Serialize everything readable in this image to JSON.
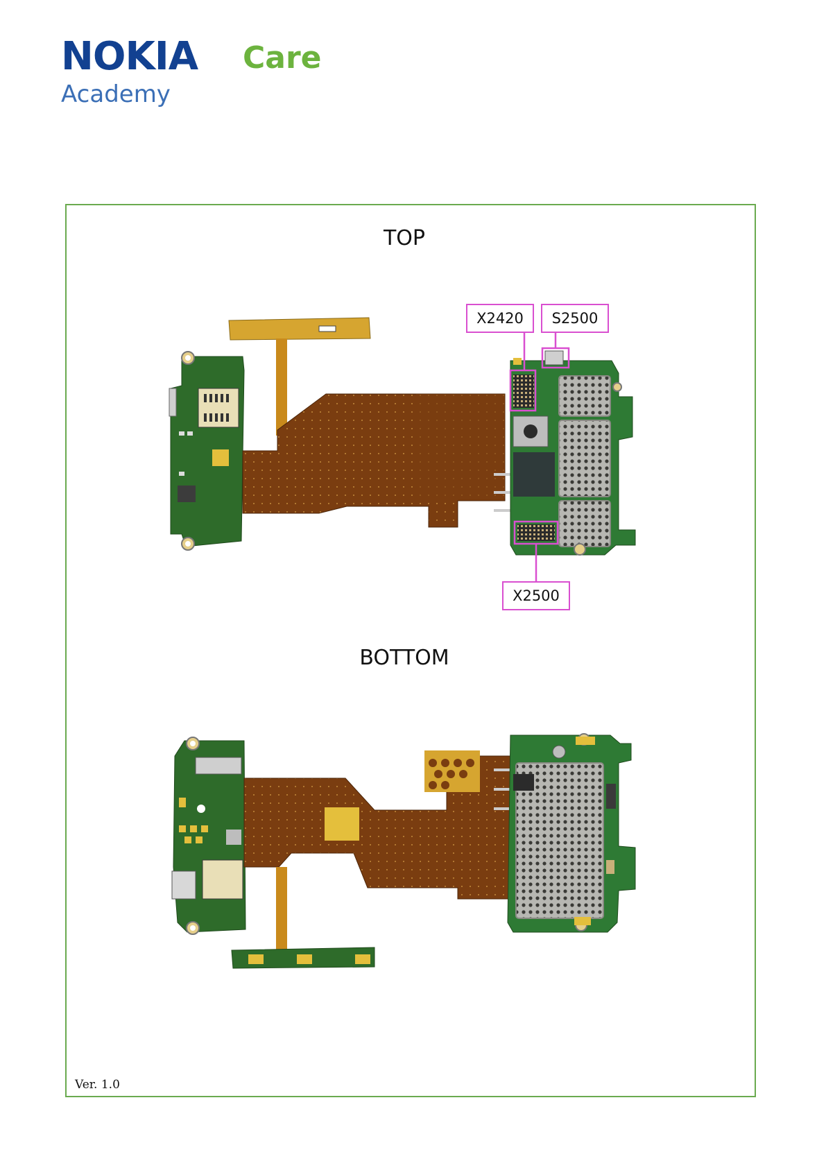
{
  "logo": {
    "brand": "NOKIA",
    "care": "Care",
    "academy": "Academy"
  },
  "sections": {
    "top": "TOP",
    "bottom": "BOTTOM"
  },
  "callouts": {
    "x2420": "X2420",
    "s2500": "S2500",
    "x2500": "X2500"
  },
  "footer": {
    "version": "Ver. 1.0"
  },
  "colors": {
    "frame": "#6aaa4f",
    "callout": "#d94fd0",
    "pcb": "#2e6b2a",
    "flex": "#7a3d10",
    "brand": "#124191",
    "care": "#6cb33e"
  }
}
